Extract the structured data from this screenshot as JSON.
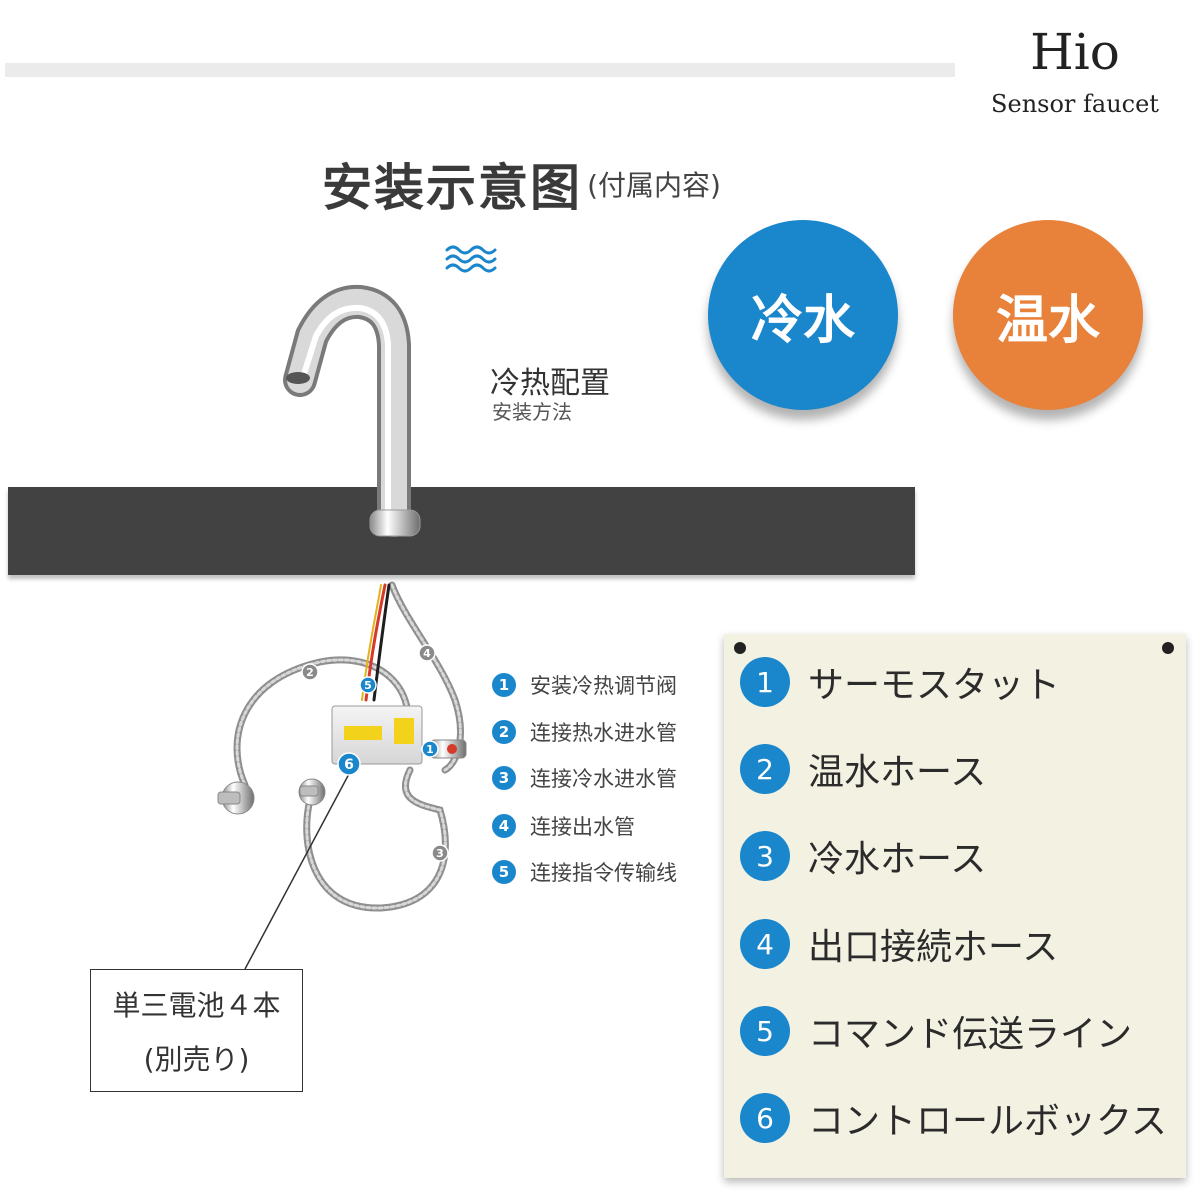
{
  "brand": {
    "name": "Hio",
    "subtitle": "Sensor faucet"
  },
  "header": {
    "title": "安装示意图",
    "subtitle": "(付属内容)"
  },
  "badges": {
    "cold": "冷水",
    "warm": "温水"
  },
  "config": {
    "title": "冷热配置",
    "subtitle": "安装方法"
  },
  "colors": {
    "accent_blue": "#1a86cc",
    "accent_orange": "#e8813a",
    "counter": "#424242",
    "panel": "#f3f1e2"
  },
  "icons": {
    "water": "water-waves-icon"
  },
  "chinese_legend": [
    {
      "num": "1",
      "label": "安装冷热调节阀"
    },
    {
      "num": "2",
      "label": "连接热水进水管"
    },
    {
      "num": "3",
      "label": "连接冷水进水管"
    },
    {
      "num": "4",
      "label": "连接出水管"
    },
    {
      "num": "5",
      "label": "连接指令传输线"
    }
  ],
  "diagram_markers": [
    "1",
    "2",
    "3",
    "4",
    "5",
    "6"
  ],
  "battery_note": {
    "line1": "単三電池４本",
    "line2": "(別売り)"
  },
  "japanese_legend": [
    {
      "num": "1",
      "label": "サーモスタット"
    },
    {
      "num": "2",
      "label": "温水ホース"
    },
    {
      "num": "3",
      "label": "冷水ホース"
    },
    {
      "num": "4",
      "label": "出口接続ホース"
    },
    {
      "num": "5",
      "label": "コマンド伝送ライン"
    },
    {
      "num": "6",
      "label": "コントロールボックス"
    }
  ]
}
